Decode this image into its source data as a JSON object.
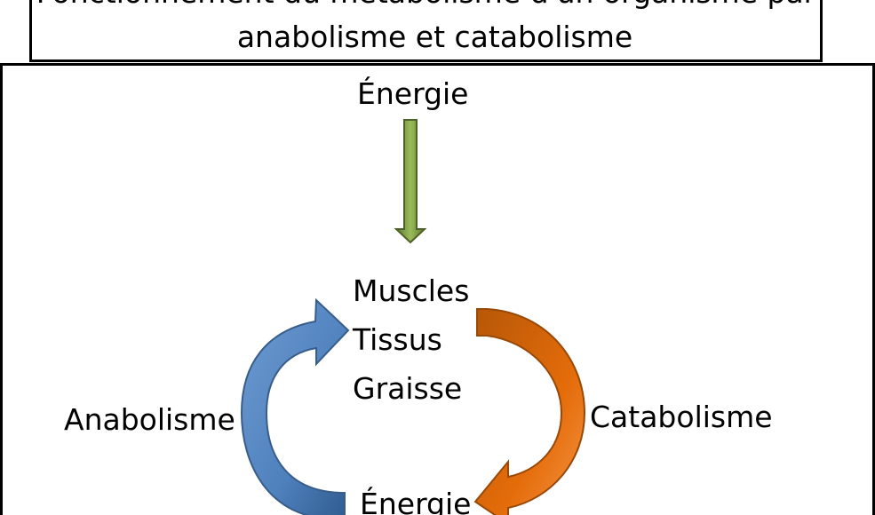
{
  "title": {
    "line1": "Fonctionnement du métabolisme d'un organisme par",
    "line2": "anabolisme et catabolisme"
  },
  "nodes": {
    "energy_top": "Énergie",
    "center_items": [
      "Muscles",
      "Tissus",
      "Graisse"
    ],
    "energy_bottom": "Énergie"
  },
  "labels": {
    "anabolism": "Anabolisme",
    "catabolism": "Catabolisme"
  },
  "colors": {
    "down_arrow": "#77933c",
    "anabolism_arrow": "#4f81bd",
    "catabolism_arrow": "#e46c0a"
  }
}
